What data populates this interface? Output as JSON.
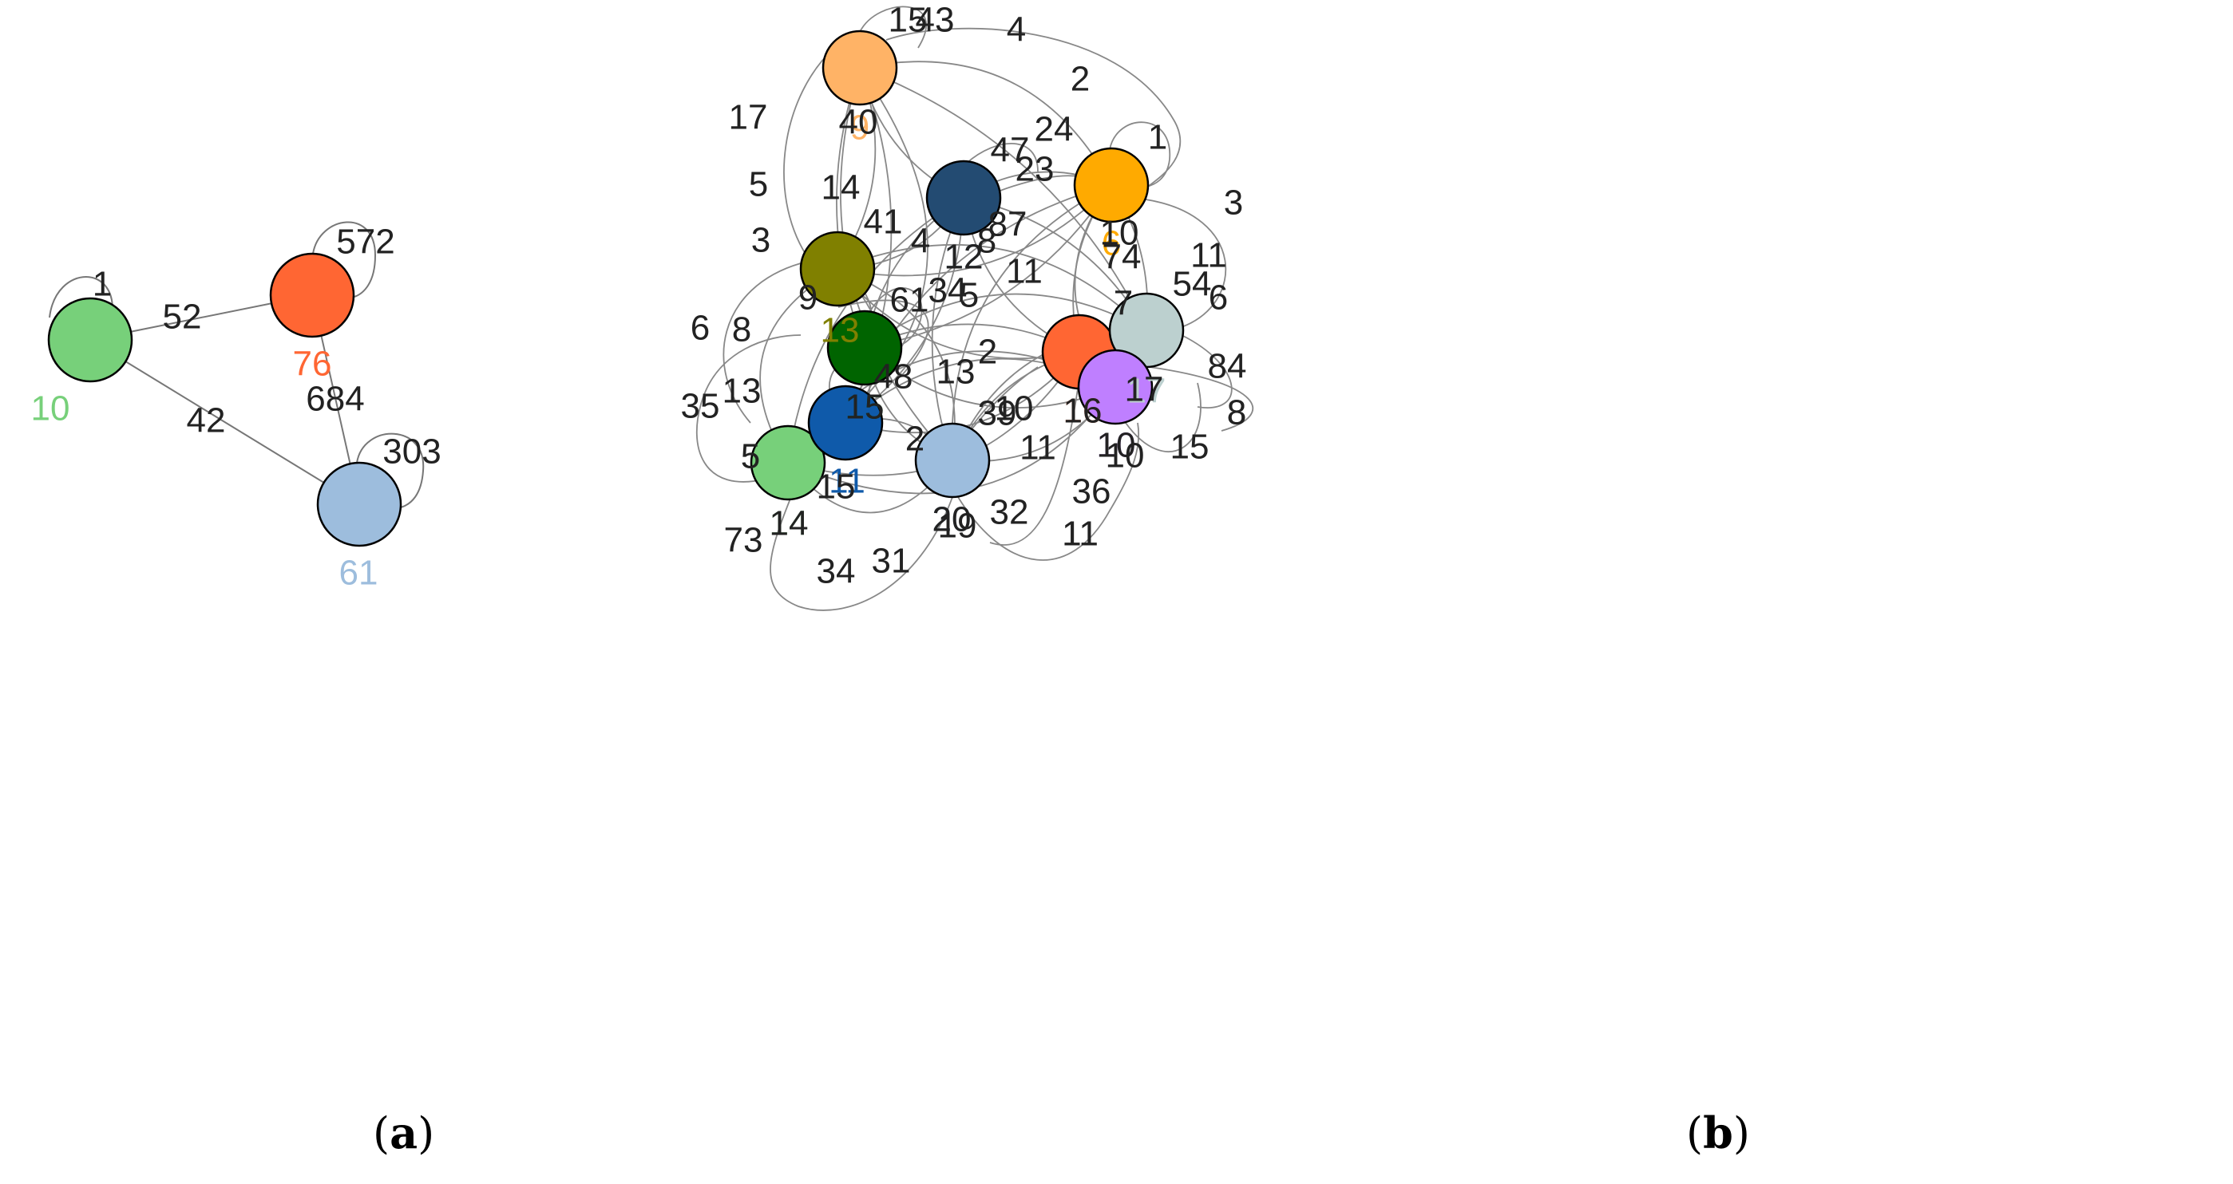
{
  "captions": {
    "a": "a",
    "b": "b"
  },
  "graph_a": {
    "nodes": [
      {
        "id": "a1",
        "label": "10",
        "color": "#77D07A"
      },
      {
        "id": "a2",
        "label": "76",
        "color": "#FF6633"
      },
      {
        "id": "a3",
        "label": "61",
        "color": "#9DBDDD"
      }
    ],
    "edges": [
      {
        "from": "a1",
        "to": "a2",
        "label": "52"
      },
      {
        "from": "a1",
        "to": "a3",
        "label": "42"
      },
      {
        "from": "a2",
        "to": "a3",
        "label": "684"
      }
    ],
    "loops": [
      {
        "node": "a1",
        "label": "1"
      },
      {
        "node": "a2",
        "label": "572"
      },
      {
        "node": "a3",
        "label": "303"
      }
    ]
  },
  "graph_b": {
    "nodes": [
      {
        "id": "b_peach",
        "label": "9",
        "color": "#FFB366"
      },
      {
        "id": "b_navy",
        "label": "12",
        "color": "#234B72"
      },
      {
        "id": "b_orange",
        "label": "6",
        "color": "#FFAA00"
      },
      {
        "id": "b_olive",
        "label": "13",
        "color": "#808000"
      },
      {
        "id": "b_dgreen",
        "label": "15",
        "color": "#006400"
      },
      {
        "id": "b_blue",
        "label": "11",
        "color": "#0F5AAA"
      },
      {
        "id": "b_lgreen",
        "label": "14",
        "color": "#77D07A"
      },
      {
        "id": "b_lblue",
        "label": "20",
        "color": "#9DBDDD"
      },
      {
        "id": "b_red",
        "label": "16",
        "color": "#FF6633"
      },
      {
        "id": "b_gray",
        "label": "17",
        "color": "#BCD0CF"
      },
      {
        "id": "b_purple",
        "label": "10",
        "color": "#BF7FFF"
      }
    ],
    "edge_labels": [
      "15",
      "43",
      "4",
      "2",
      "17",
      "40",
      "24",
      "47",
      "1",
      "23",
      "5",
      "14",
      "3",
      "41",
      "87",
      "8",
      "10",
      "74",
      "3",
      "11",
      "4",
      "12",
      "11",
      "34",
      "5",
      "61",
      "9",
      "54",
      "6",
      "7",
      "8",
      "6",
      "2",
      "13",
      "48",
      "15",
      "8",
      "84",
      "35",
      "13",
      "39",
      "10",
      "16",
      "17",
      "8",
      "15",
      "2",
      "5",
      "11",
      "10",
      "10",
      "15",
      "36",
      "32",
      "19",
      "11",
      "73",
      "14",
      "20",
      "34",
      "31",
      "11"
    ]
  }
}
